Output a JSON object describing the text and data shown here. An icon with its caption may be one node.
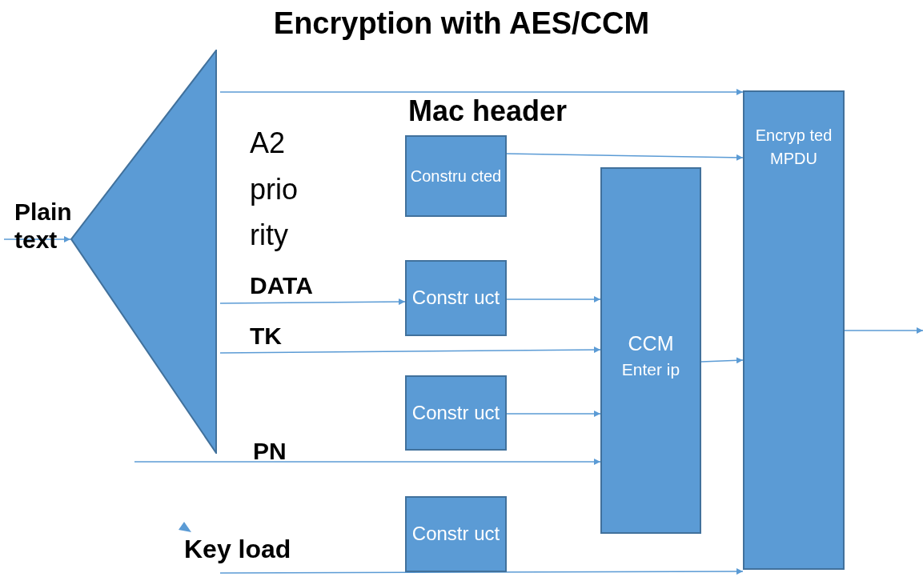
{
  "diagram": {
    "title": "Encryption with AES/CCM",
    "nodes": [
      {
        "text": [],
        "shape": "triangle"
      },
      {
        "text": [
          "Constru cted"
        ]
      },
      {
        "text": [
          "Constr uct"
        ]
      },
      {
        "text": [
          "CCM",
          "Enter ip"
        ]
      },
      {
        "text": [
          "Constr uct"
        ]
      },
      {
        "text": [
          "Constr uct"
        ]
      },
      {
        "text": [
          "Encryp ted MPDU"
        ]
      }
    ],
    "edges": [
      {
        "from": null,
        "to": 0,
        "arrow": "to"
      },
      {
        "from": 0,
        "to": 6,
        "arrow": "to"
      },
      {
        "from": 1,
        "to": 6,
        "arrow": "to"
      },
      {
        "from": 0,
        "to": 2,
        "arrow": "to"
      },
      {
        "from": 2,
        "to": 3,
        "arrow": "to"
      },
      {
        "from": 0,
        "to": 3,
        "arrow": "to"
      },
      {
        "from": 4,
        "to": 3,
        "arrow": "to"
      },
      {
        "from": null,
        "to": 3,
        "arrow": "to"
      },
      {
        "from": 3,
        "to": 6,
        "arrow": "to"
      },
      {
        "from": 6,
        "to": null,
        "arrow": "to"
      },
      {
        "from": null,
        "to": 6,
        "arrow": "to"
      }
    ],
    "labels": [
      "Plain text",
      "A2 prio rity",
      "Mac header",
      "DATA",
      "TK",
      "PN",
      "Key load"
    ]
  }
}
